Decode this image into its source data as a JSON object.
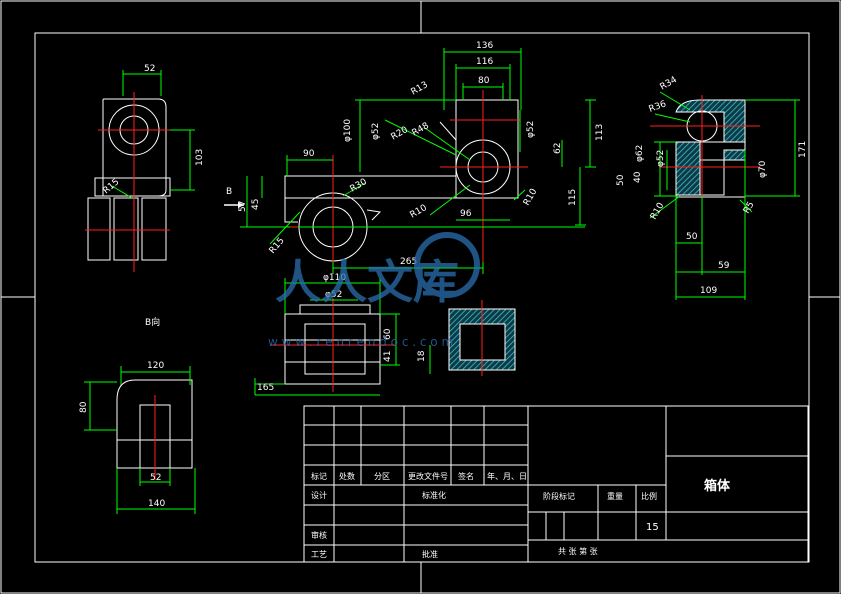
{
  "drawing": {
    "title": "箱体",
    "scale": "15",
    "view_label": "B向",
    "direction_label": "B",
    "watermark": {
      "cn": "人人文库",
      "url": "w w w . r e n r e n d o c . c o m"
    }
  },
  "dimensions": {
    "left_top_width": "52",
    "left_top_height": "103",
    "left_radius": "R15",
    "main_136": "136",
    "main_116": "116",
    "main_80": "80",
    "main_r13": "R13",
    "main_phi100": "φ100",
    "main_phi52_left": "φ52",
    "main_r20": "R20",
    "main_r48": "R48",
    "main_phi52_right": "φ52",
    "main_62": "62",
    "main_113": "113",
    "main_90": "90",
    "main_r30": "R30",
    "main_45": "45",
    "main_57": "57",
    "main_r15": "R15",
    "main_r10_a": "R10",
    "main_96": "96",
    "main_r10_b": "R10",
    "main_115": "115",
    "main_265": "265",
    "right_r34": "R34",
    "right_r36": "R36",
    "right_phi62": "φ62",
    "right_phi52": "φ52",
    "right_phi70": "φ70",
    "right_171": "171",
    "right_50a": "50",
    "right_40": "40",
    "right_r10": "R10",
    "right_r5": "R5",
    "right_50b": "50",
    "right_59": "59",
    "right_109": "109",
    "bottom_phi110": "φ110",
    "bottom_phi52": "φ52",
    "bottom_60": "60",
    "bottom_41": "41",
    "bottom_18": "18",
    "bottom_165": "165",
    "bview_120": "120",
    "bview_80": "80",
    "bview_52": "52",
    "bview_140": "140"
  },
  "title_block": {
    "row_labels": [
      "标记",
      "处数",
      "分区",
      "更改文件号",
      "签名",
      "年、月、日"
    ],
    "designer": "设计",
    "standardization": "标准化",
    "reviewer": "审核",
    "process": "工艺",
    "approve": "批准",
    "stage_mark": "阶段标记",
    "weight": "重量",
    "ratio": "比例",
    "sheet": "共    张  第    张"
  },
  "colors": {
    "background": "#000000",
    "frame": "#ffffff",
    "centerline": "#ff0000",
    "dimension": "#00ff00",
    "hatch": "#22b8c8",
    "watermark": "#2a6fb0"
  }
}
